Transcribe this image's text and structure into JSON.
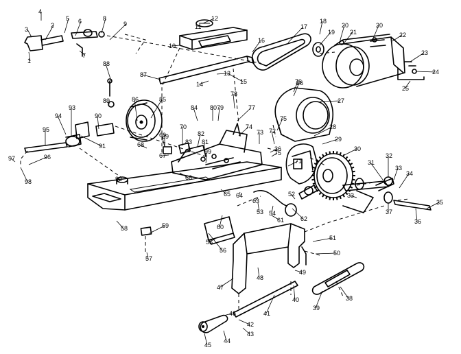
{
  "callouts": [
    "1",
    "2",
    "3",
    "4",
    "5",
    "6",
    "7",
    "8",
    "9",
    "10",
    "11",
    "12",
    "13",
    "14",
    "15",
    "16",
    "17",
    "18",
    "19",
    "20",
    "21",
    "20",
    "22",
    "23",
    "24",
    "25",
    "26",
    "27",
    "28",
    "29",
    "30",
    "31",
    "32",
    "33",
    "34",
    "35",
    "36",
    "37",
    "38",
    "39",
    "40",
    "41",
    "42",
    "43",
    "44",
    "45",
    "46",
    "47",
    "48",
    "49",
    "50",
    "51",
    "33",
    "52",
    "53",
    "54",
    "55",
    "56",
    "57",
    "58",
    "59",
    "60",
    "61",
    "62",
    "63",
    "64",
    "65",
    "66",
    "67",
    "68",
    "69",
    "70",
    "71",
    "72",
    "73",
    "74",
    "75",
    "76",
    "77",
    "78",
    "79",
    "80",
    "81",
    "82",
    "83",
    "84",
    "85",
    "86",
    "87",
    "88",
    "89",
    "90",
    "91",
    "92",
    "93",
    "94",
    "95",
    "96",
    "97",
    "98",
    "99",
    "36",
    "75",
    "29",
    "35"
  ]
}
